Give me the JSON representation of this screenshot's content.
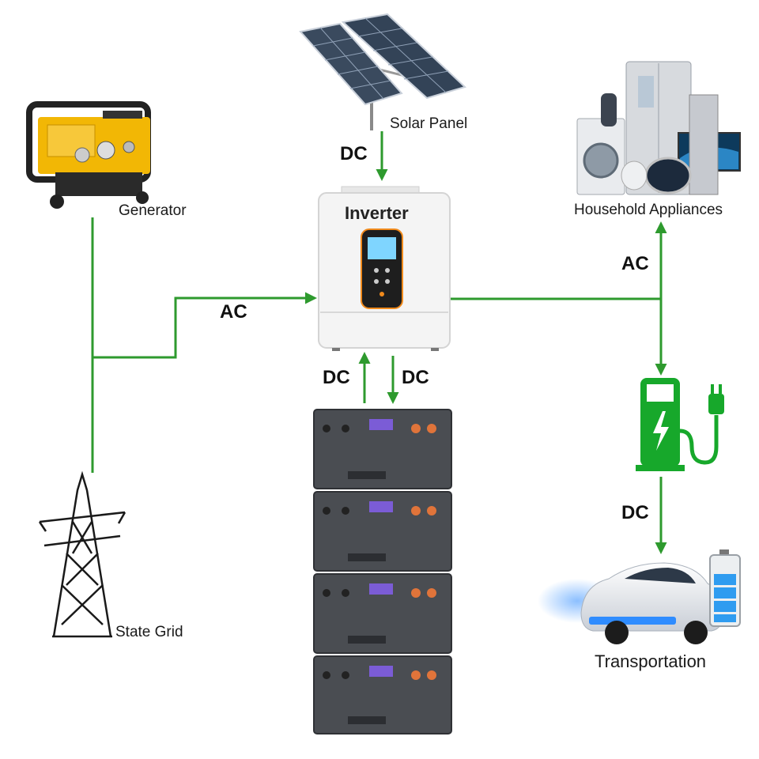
{
  "nodes": {
    "solar_panel": "Solar Panel",
    "generator": "Generator",
    "household": "Household Appliances",
    "inverter": "Inverter",
    "state_grid": "State Grid",
    "transportation": "Transportation"
  },
  "flows": {
    "solar_to_inverter": "DC",
    "grid_to_inverter": "AC",
    "inverter_to_household": "AC",
    "battery_to_inverter": "DC",
    "inverter_to_battery": "DC",
    "charger_to_car": "DC"
  },
  "colors": {
    "line": "#2e9a2e",
    "charger": "#17a82b",
    "generator": "#f2b705",
    "battery_case": "#4a4d52",
    "lcd": "#7b5cd6",
    "terminal": "#e0743a",
    "inverter_body": "#f4f4f4",
    "inverter_accent": "#f08a1c"
  },
  "icons": [
    "solar-panel-icon",
    "generator-icon",
    "appliances-icon",
    "inverter-icon",
    "battery-stack-icon",
    "transmission-tower-icon",
    "ev-charger-icon",
    "car-icon",
    "battery-level-icon"
  ]
}
